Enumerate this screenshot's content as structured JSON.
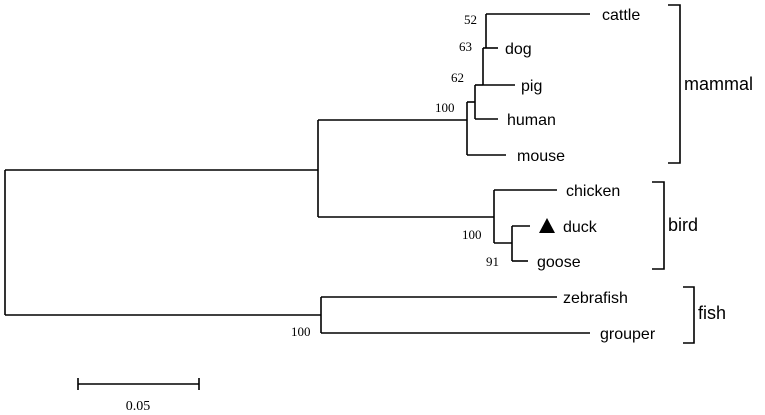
{
  "tree": {
    "leaves": [
      {
        "name": "cattle"
      },
      {
        "name": "dog"
      },
      {
        "name": "pig"
      },
      {
        "name": "human"
      },
      {
        "name": "mouse"
      },
      {
        "name": "chicken"
      },
      {
        "name": "duck",
        "marker": "filled-triangle"
      },
      {
        "name": "goose"
      },
      {
        "name": "zebrafish"
      },
      {
        "name": "grouper"
      }
    ],
    "bootstrap": {
      "cattle_dog": "52",
      "cattle_dog_pig": "63",
      "with_human": "62",
      "mammal": "100",
      "bird": "100",
      "duck_goose": "91",
      "fish": "100"
    },
    "groups": {
      "mammal": "mammal",
      "bird": "bird",
      "fish": "fish"
    },
    "scale_bar": {
      "label": "0.05"
    }
  }
}
